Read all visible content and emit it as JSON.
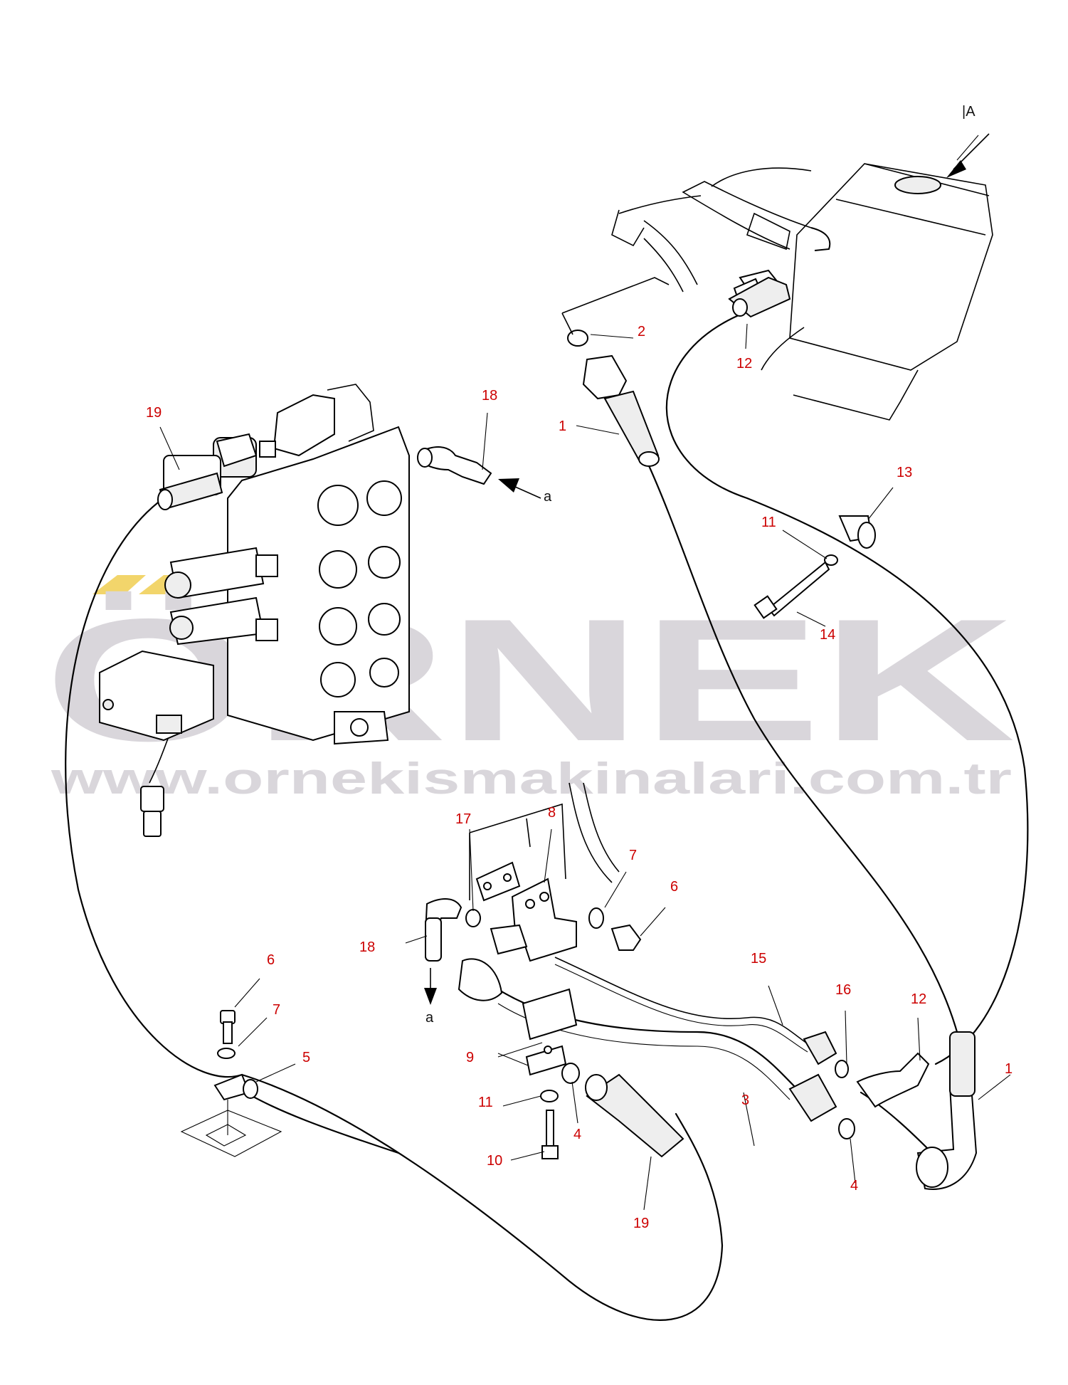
{
  "watermark": {
    "brand": "ÖRNEK",
    "url": "www.ornekismakinalari.com.tr",
    "accent_color": "#f2d56b",
    "text_color": "#d9d6db"
  },
  "view_label": "|A",
  "flow_labels": [
    "a",
    "a"
  ],
  "callouts": [
    "1",
    "2",
    "3",
    "4",
    "5",
    "6",
    "7",
    "8",
    "9",
    "10",
    "11",
    "12",
    "13",
    "14",
    "15",
    "16",
    "17",
    "18",
    "19",
    "1",
    "4",
    "6",
    "7",
    "11",
    "12",
    "18",
    "19"
  ],
  "colors": {
    "callout": "#cc0000",
    "line": "#000000"
  }
}
